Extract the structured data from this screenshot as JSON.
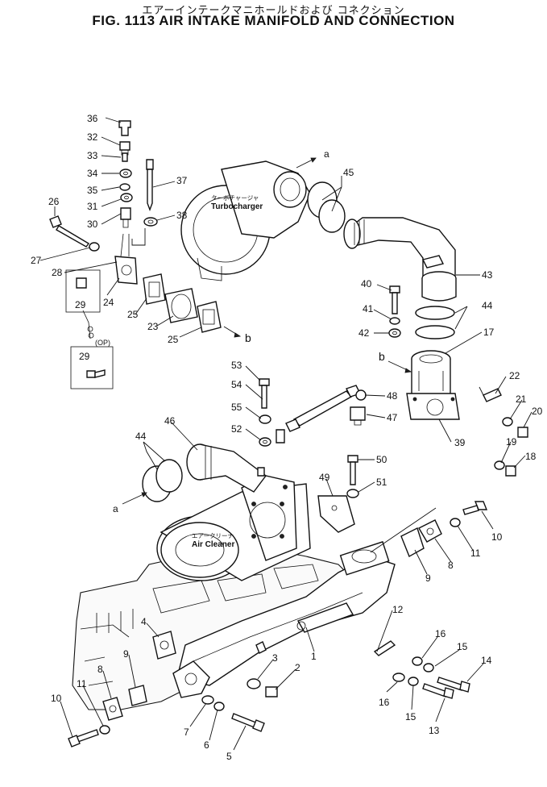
{
  "header": {
    "title_jp": "エアーインテークマニホールドおよび コネクション",
    "title_en": "FIG. 1113 AIR INTAKE MANIFOLD AND CONNECTION"
  },
  "annotations": {
    "turbocharger_jp": "ターボチャージャ",
    "turbocharger_en": "Turbocharger",
    "air_cleaner_jp": "エアークリーナ",
    "air_cleaner_en": "Air Cleaner",
    "option_tag": "(OP)",
    "ref_a": "a",
    "ref_b": "b"
  },
  "labels": [
    "36",
    "32",
    "33",
    "34",
    "35",
    "31",
    "30",
    "37",
    "38",
    "26",
    "27",
    "28",
    "29",
    "24",
    "25",
    "23",
    "25",
    "29",
    "45",
    "43",
    "40",
    "41",
    "42",
    "44",
    "17",
    "22",
    "21",
    "20",
    "19",
    "18",
    "39",
    "53",
    "54",
    "55",
    "52",
    "48",
    "47",
    "50",
    "51",
    "49",
    "46",
    "44",
    "10",
    "11",
    "8",
    "9",
    "12",
    "16",
    "15",
    "14",
    "16",
    "15",
    "13",
    "1",
    "3",
    "2",
    "4",
    "9",
    "8",
    "11",
    "10",
    "7",
    "6",
    "5"
  ],
  "colors": {
    "ink": "#111111",
    "paper": "#ffffff"
  }
}
